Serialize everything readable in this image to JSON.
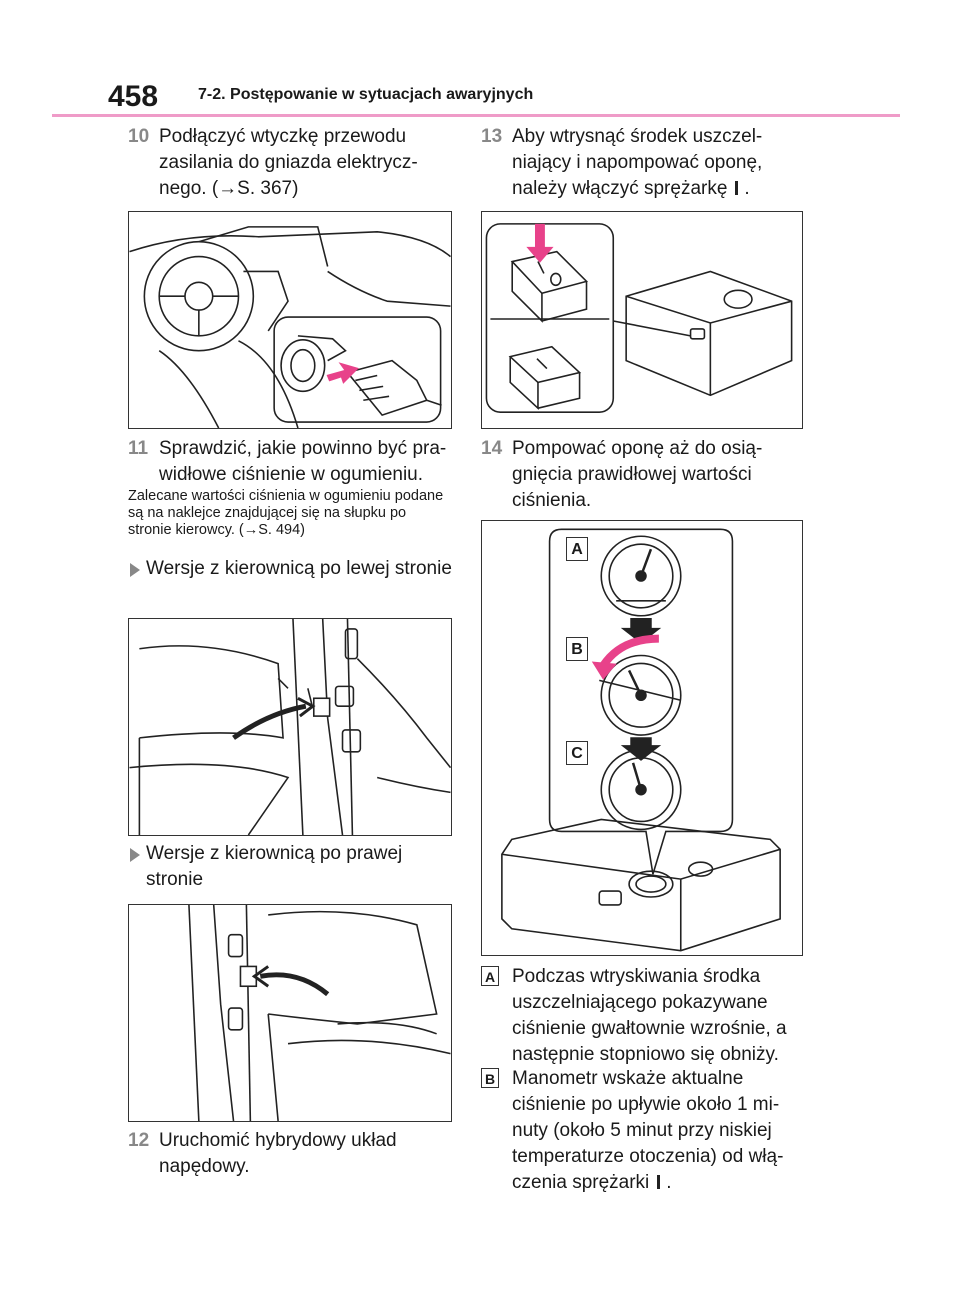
{
  "header": {
    "page_number": "458",
    "section_title": "7-2. Postępowanie w sytuacjach awaryjnych"
  },
  "steps": {
    "s10": {
      "num": "10",
      "text": "Podłączyć wtyczkę przewodu zasilania do gniazda elektrycz-nego. (→S. 367)"
    },
    "s11": {
      "num": "11",
      "text": "Sprawdzić, jakie powinno być pra-widłowe ciśnienie w ogumieniu."
    },
    "s11_note": "Zalecane wartości ciśnienia w ogumieniu podane są na naklejce znajdującej się na słupku po stronie kierowcy. (→S. 494)",
    "sub_left": "Wersje z kierownicą po lewej stronie",
    "sub_right": "Wersje z kierownicą po prawej stronie",
    "s12": {
      "num": "12",
      "text": "Uruchomić hybrydowy układ napędowy."
    },
    "s13": {
      "num": "13",
      "text": "Aby wtrysnąć środek uszczel-niający i napompować oponę, należy włączyć sprężarkę",
      "end": "."
    },
    "s14": {
      "num": "14",
      "text": "Pompować oponę aż do osią-gnięcia prawidłowej wartości ciśnienia."
    }
  },
  "figure_labels": {
    "a": "A",
    "b": "B",
    "c": "C"
  },
  "legend": {
    "a": {
      "label": "A",
      "text": "Podczas wtryskiwania środka uszczelniającego pokazywane ciśnienie gwałtownie wzrośnie, a następnie stopniowo się obniży."
    },
    "b": {
      "label": "B",
      "text": "Manometr wskaże aktualne ciśnienie po upływie około 1 mi-nuty (około 5 minut przy niskiej temperaturze otoczenia) od włą-czenia sprężarki",
      "end": "."
    }
  },
  "colors": {
    "header_rule": "#ef9bc8",
    "step_number": "#888888",
    "arrow_pink": "#e8428a"
  }
}
